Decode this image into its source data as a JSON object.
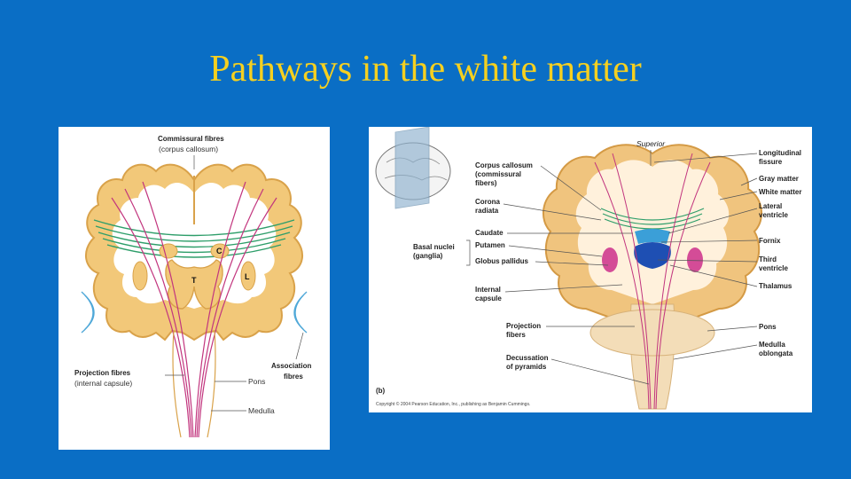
{
  "slide": {
    "title": "Pathways in the white matter",
    "background_color": "#0A6EC5",
    "title_color": "#F5D020"
  },
  "left_diagram": {
    "labels": {
      "commissural_title": "Commissural fibres",
      "commissural_sub": "(corpus callosum)",
      "projection_title": "Projection fibres",
      "projection_sub": "(internal capsule)",
      "association_1": "Association",
      "association_2": "fibres",
      "pons": "Pons",
      "medulla": "Medulla",
      "thalamus": "T",
      "caudate": "C",
      "lentiform": "L"
    }
  },
  "right_diagram": {
    "labels": {
      "superior": "Superior",
      "longitudinal_fissure_1": "Longitudinal",
      "longitudinal_fissure_2": "fissure",
      "gray_matter": "Gray matter",
      "white_matter": "White matter",
      "lateral_ventricle_1": "Lateral",
      "lateral_ventricle_2": "ventricle",
      "fornix": "Fornix",
      "third_ventricle_1": "Third",
      "third_ventricle_2": "ventricle",
      "thalamus": "Thalamus",
      "pons": "Pons",
      "medulla_1": "Medulla",
      "medulla_2": "oblongata",
      "corpus_callosum_1": "Corpus callosum",
      "corpus_callosum_2": "(commissural",
      "corpus_callosum_3": "fibers)",
      "corona_radiata_1": "Corona",
      "corona_radiata_2": "radiata",
      "caudate": "Caudate",
      "basal_nuclei_1": "Basal nuclei",
      "basal_nuclei_2": "(ganglia)",
      "putamen": "Putamen",
      "globus_pallidus": "Globus pallidus",
      "internal_capsule_1": "Internal",
      "internal_capsule_2": "capsule",
      "projection_fibers_1": "Projection",
      "projection_fibers_2": "fibers",
      "decussation_1": "Decussation",
      "decussation_2": "of pyramids",
      "panel_letter": "(b)",
      "copyright": "Copyright © 2004 Pearson Education, Inc., publishing as Benjamin Cummings."
    }
  }
}
